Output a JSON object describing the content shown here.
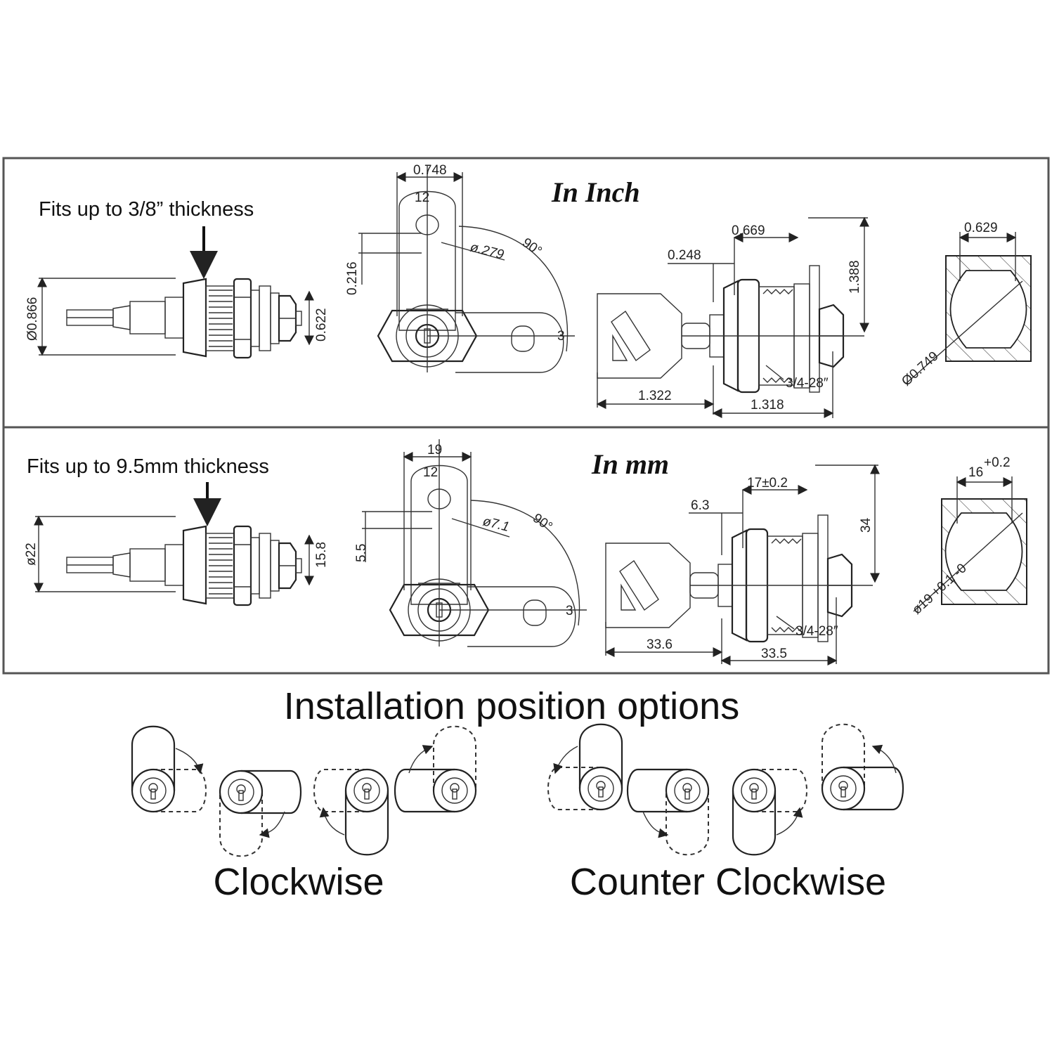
{
  "panels": {
    "inch": {
      "title": "In Inch",
      "note": "Fits up to 3/8” thickness",
      "side": {
        "diameter": "Ø0.866",
        "height": "0.622"
      },
      "front": {
        "width": "0.748",
        "offset": "12",
        "hole": "ø.279",
        "angle": "90°",
        "rise": "0.216",
        "dot": "3"
      },
      "profile": {
        "d1": "0.669",
        "d2": "0.248",
        "height": "1.388",
        "thread": "3/4-28″",
        "key_len": "1.322",
        "body_len": "1.318"
      },
      "cutout": {
        "width": "0.629",
        "diameter": "Ø0.749"
      }
    },
    "mm": {
      "title": "In mm",
      "note": "Fits up to 9.5mm thickness",
      "side": {
        "diameter": "ø22",
        "height": "15.8"
      },
      "front": {
        "width": "19",
        "offset": "12",
        "hole": "ø7.1",
        "angle": "90°",
        "rise": "5.5",
        "dot": "3"
      },
      "profile": {
        "d1": "17±0.2",
        "d2": "6.3",
        "height": "34",
        "thread": "3/4-28″",
        "key_len": "33.6",
        "body_len": "33.5"
      },
      "cutout": {
        "width": "16",
        "width_tol": "+0.2",
        "diameter": "ø19",
        "diameter_tol": "+0.1 -0"
      }
    }
  },
  "installation": {
    "heading": "Installation position options",
    "clockwise_label": "Clockwise",
    "counter_label": "Counter Clockwise"
  },
  "colors": {
    "line": "#333333",
    "frame": "#555555"
  }
}
